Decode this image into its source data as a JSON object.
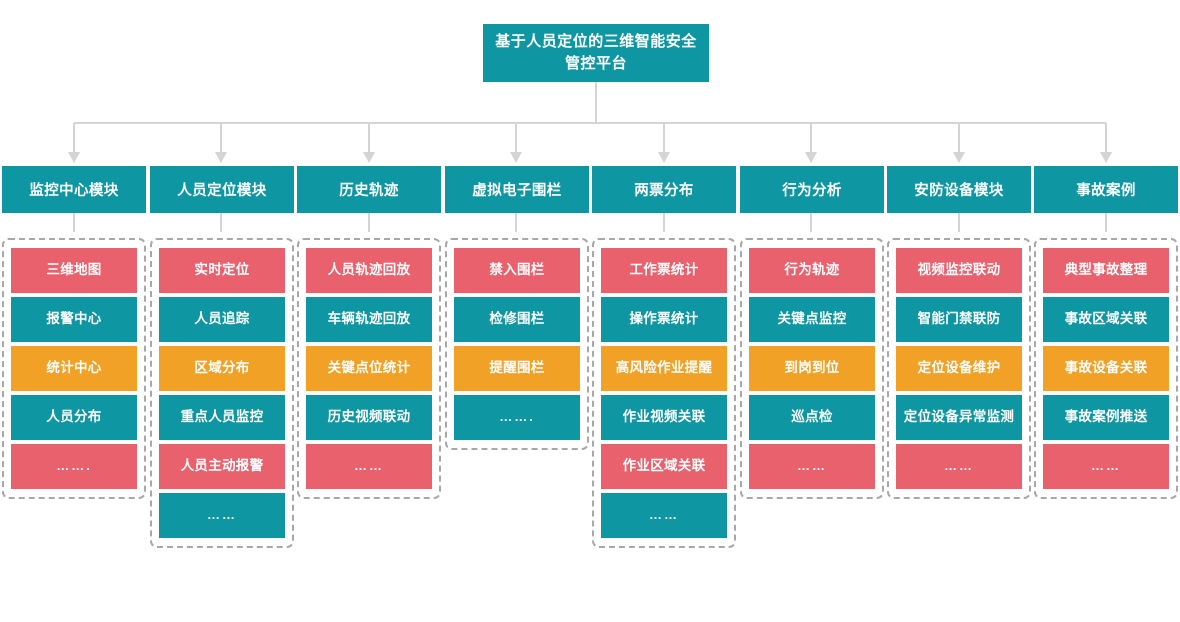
{
  "root": {
    "title": "基于人员定位的三维智能安全管控平台",
    "color": "#0e96a3"
  },
  "palette": {
    "teal": "#0e96a3",
    "red": "#e8616d",
    "orange": "#f2a127",
    "connector": "#d4d4d4",
    "group_border": "#a8a8a8",
    "background": "#ffffff"
  },
  "columns": [
    {
      "header": "监控中心模块",
      "items": [
        {
          "label": "三维地图",
          "color": "red"
        },
        {
          "label": "报警中心",
          "color": "teal"
        },
        {
          "label": "统计中心",
          "color": "orange"
        },
        {
          "label": "人员分布",
          "color": "teal"
        },
        {
          "label": "…….",
          "color": "red"
        }
      ]
    },
    {
      "header": "人员定位模块",
      "items": [
        {
          "label": "实时定位",
          "color": "red"
        },
        {
          "label": "人员追踪",
          "color": "teal"
        },
        {
          "label": "区域分布",
          "color": "orange"
        },
        {
          "label": "重点人员监控",
          "color": "teal"
        },
        {
          "label": "人员主动报警",
          "color": "red"
        },
        {
          "label": "……",
          "color": "teal"
        }
      ]
    },
    {
      "header": "历史轨迹",
      "items": [
        {
          "label": "人员轨迹回放",
          "color": "red"
        },
        {
          "label": "车辆轨迹回放",
          "color": "teal"
        },
        {
          "label": "关键点位统计",
          "color": "orange"
        },
        {
          "label": "历史视频联动",
          "color": "teal"
        },
        {
          "label": "……",
          "color": "red"
        }
      ]
    },
    {
      "header": "虚拟电子围栏",
      "items": [
        {
          "label": "禁入围栏",
          "color": "red"
        },
        {
          "label": "检修围栏",
          "color": "teal"
        },
        {
          "label": "提醒围栏",
          "color": "orange"
        },
        {
          "label": "…….",
          "color": "teal"
        }
      ]
    },
    {
      "header": "两票分布",
      "items": [
        {
          "label": "工作票统计",
          "color": "red"
        },
        {
          "label": "操作票统计",
          "color": "teal"
        },
        {
          "label": "高风险作业提醒",
          "color": "orange"
        },
        {
          "label": "作业视频关联",
          "color": "teal"
        },
        {
          "label": "作业区域关联",
          "color": "red"
        },
        {
          "label": "……",
          "color": "teal"
        }
      ]
    },
    {
      "header": "行为分析",
      "items": [
        {
          "label": "行为轨迹",
          "color": "red"
        },
        {
          "label": "关键点监控",
          "color": "teal"
        },
        {
          "label": "到岗到位",
          "color": "orange"
        },
        {
          "label": "巡点检",
          "color": "teal"
        },
        {
          "label": "……",
          "color": "red"
        }
      ]
    },
    {
      "header": "安防设备模块",
      "items": [
        {
          "label": "视频监控联动",
          "color": "red"
        },
        {
          "label": "智能门禁联防",
          "color": "teal"
        },
        {
          "label": "定位设备维护",
          "color": "orange"
        },
        {
          "label": "定位设备异常监测",
          "color": "teal"
        },
        {
          "label": "……",
          "color": "red"
        }
      ]
    },
    {
      "header": "事故案例",
      "items": [
        {
          "label": "典型事故整理",
          "color": "red"
        },
        {
          "label": "事故区域关联",
          "color": "teal"
        },
        {
          "label": "事故设备关联",
          "color": "orange"
        },
        {
          "label": "事故案例推送",
          "color": "teal"
        },
        {
          "label": "……",
          "color": "red"
        }
      ]
    }
  ]
}
